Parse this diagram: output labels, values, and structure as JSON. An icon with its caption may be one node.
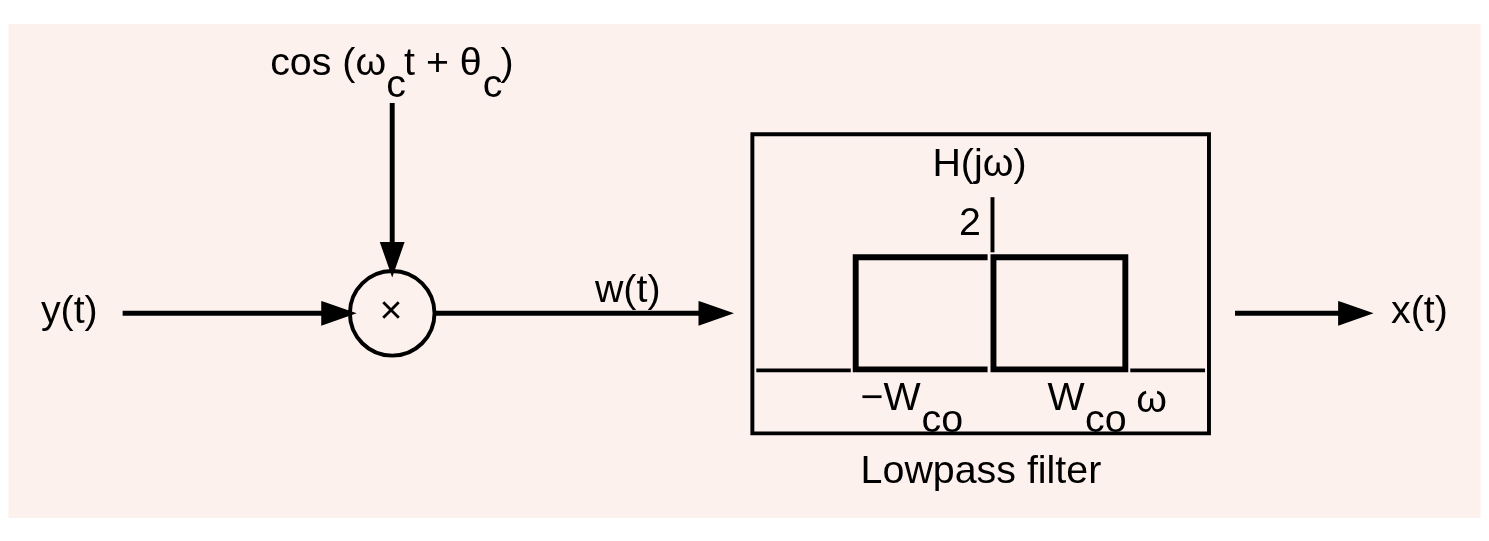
{
  "diagram": {
    "nodes": [
      {
        "text": [
          "y(t)"
        ]
      },
      {
        "text": [
          "×"
        ]
      },
      {
        "text": [
          "cos (ω$_{c}$t + θ$_{c}$)"
        ]
      },
      {
        "text": [
          "H(jω)",
          "2",
          "−W$_{co}$",
          "W$_{co}$",
          "ω"
        ],
        "beside": [
          "Lowpass filter"
        ]
      },
      {
        "text": [
          "x(t)"
        ]
      }
    ],
    "edges": [
      {
        "from": 0,
        "to": 1,
        "arrow": "to"
      },
      {
        "from": 2,
        "to": 1,
        "arrow": "to"
      },
      {
        "from": 1,
        "to": 3,
        "arrow": "to",
        "label": "w(t)"
      },
      {
        "from": 3,
        "to": 4,
        "arrow": "to"
      }
    ]
  }
}
